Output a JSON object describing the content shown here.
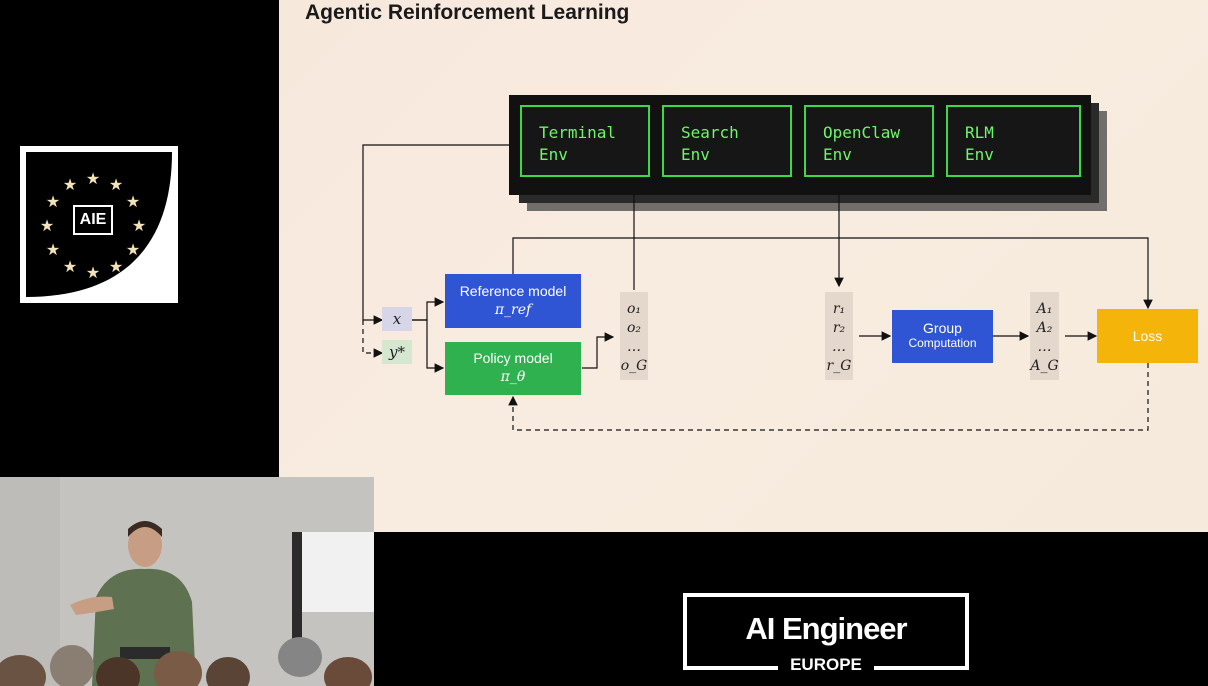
{
  "slide": {
    "title": "Agentic Reinforcement Learning",
    "environments": [
      {
        "line1": "Terminal",
        "line2": "Env"
      },
      {
        "line1": "Search",
        "line2": "Env"
      },
      {
        "line1": "OpenClaw",
        "line2": "Env"
      },
      {
        "line1": "RLM",
        "line2": "Env"
      }
    ],
    "inputs": {
      "x": "x",
      "y_star": "y*"
    },
    "reference_model": {
      "title": "Reference model",
      "symbol": "π_ref"
    },
    "policy_model": {
      "title": "Policy model",
      "symbol": "π_θ"
    },
    "outputs": [
      "o₁",
      "o₂",
      "…",
      "o_G"
    ],
    "rewards": [
      "r₁",
      "r₂",
      "…",
      "r_G"
    ],
    "group_computation": {
      "line1": "Group",
      "line2": "Computation"
    },
    "advantages": [
      "A₁",
      "A₂",
      "…",
      "A_G"
    ],
    "loss": "Loss",
    "colors": {
      "env_border": "#3bd94a",
      "env_text": "#6ff56a",
      "blue": "#2f55d4",
      "green": "#2fb150",
      "loss": "#f5b40a"
    }
  },
  "logo": {
    "text": "AIE",
    "icon": "star-ring-logo"
  },
  "brand": {
    "main": "AI Engineer",
    "sub": "EUROPE"
  }
}
